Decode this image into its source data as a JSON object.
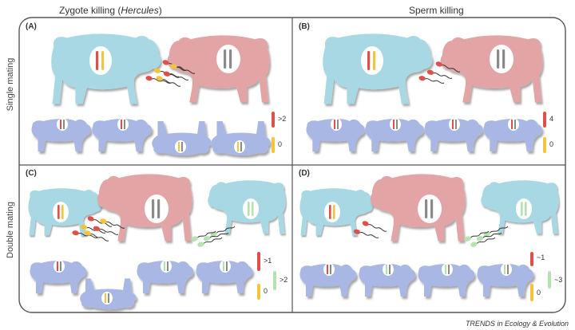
{
  "columns": {
    "left_prefix": "Zygote killing (",
    "left_italic": "Hercules",
    "left_suffix": ")",
    "right": "Sperm killing"
  },
  "rows": {
    "top": "Single mating",
    "bottom": "Double mating"
  },
  "panels": {
    "A": {
      "label": "(A)",
      "red_count": ">2",
      "yellow_count": "0"
    },
    "B": {
      "label": "(B)",
      "red_count": "4",
      "yellow_count": "0"
    },
    "C": {
      "label": "(C)",
      "red_count": ">1",
      "yellow_count": "0",
      "green_count": ">2"
    },
    "D": {
      "label": "(D)",
      "red_count": "~1",
      "yellow_count": "0",
      "green_count": "~3"
    }
  },
  "footer": "TRENDS in Ecology & Evolution",
  "colors": {
    "cow_blue": "#a8d8e4",
    "cow_pink": "#e3a4a6",
    "calf_purple": "#a9b7e4",
    "red": "#e0504a",
    "yellow": "#f2c53d",
    "green": "#b5e3b0",
    "gray": "#8a8a8a",
    "border": "#555555"
  }
}
